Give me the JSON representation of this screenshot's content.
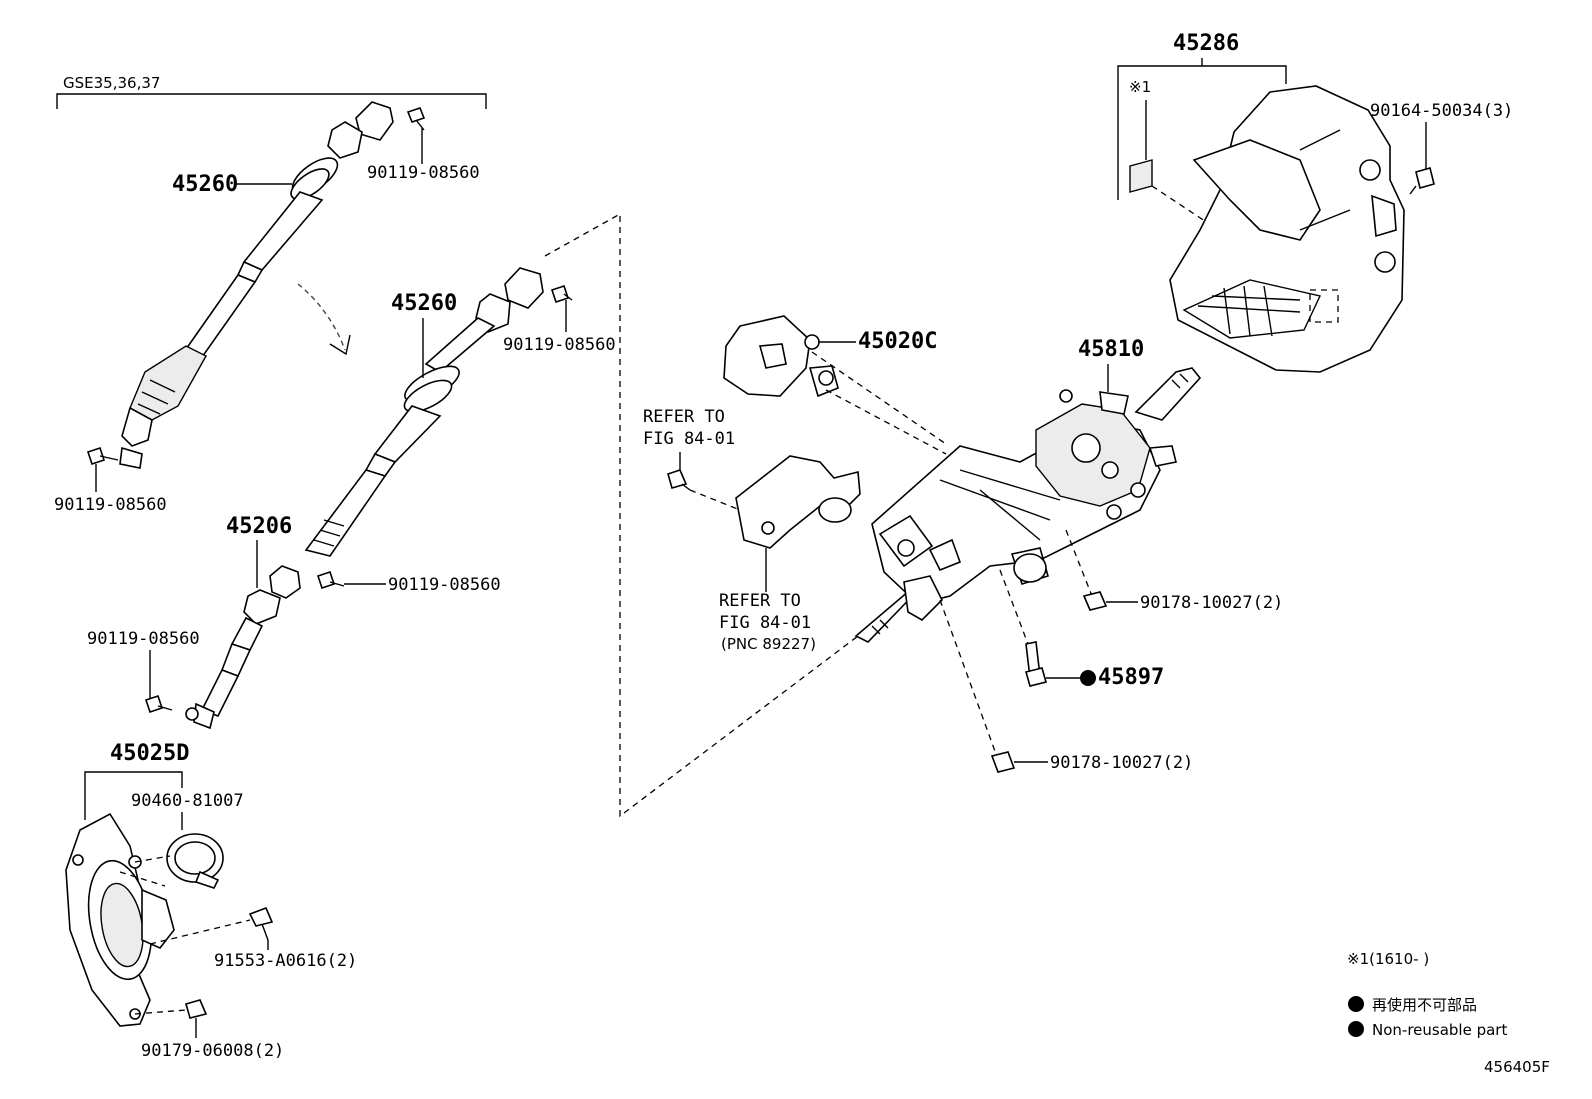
{
  "group_label": "GSE35,36,37",
  "parts": {
    "p45260_a": "45260",
    "p45260_b": "45260",
    "p45206": "45206",
    "p45025D": "45025D",
    "p45020C": "45020C",
    "p45810": "45810",
    "p45286": "45286",
    "p45897": "45897"
  },
  "bolts": {
    "b_90119_top": "90119-08560",
    "b_90119_left": "90119-08560",
    "b_90119_mid": "90119-08560",
    "b_90119_45206": "90119-08560",
    "b_90119_lower": "90119-08560",
    "b_90460": "90460-81007",
    "b_91553": "91553-A0616(2)",
    "b_90179": "90179-06008(2)",
    "b_90164": "90164-50034(3)",
    "b_90178_a": "90178-10027(2)",
    "b_90178_b": "90178-10027(2)"
  },
  "refer": {
    "r1_l1": "REFER TO",
    "r1_l2": "FIG 84-01",
    "r2_l1": "REFER TO",
    "r2_l2": "FIG 84-01",
    "r2_l3": "(PNC 89227)"
  },
  "notes": {
    "mark1": "※1",
    "mark1_range": "※1(1610-      )",
    "nonreuse_jp": "再使用不可部品",
    "nonreuse_en": "Non-reusable part"
  },
  "figure_id": "456405F"
}
